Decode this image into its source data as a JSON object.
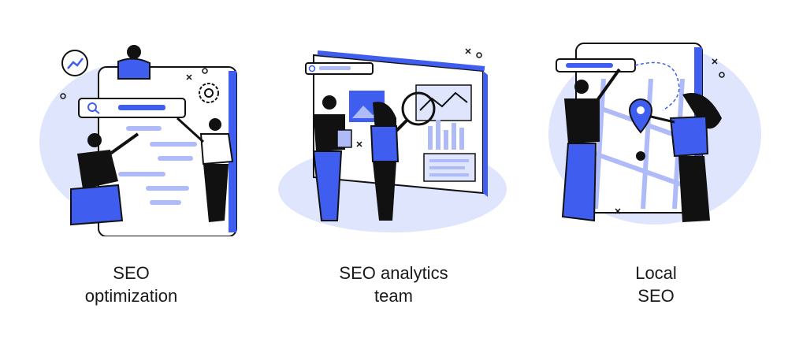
{
  "palette": {
    "accent": "#3f5ef0",
    "light_accent": "#aebbf8",
    "pale_accent": "#dfe5fd",
    "ink": "#111111",
    "paper": "#ffffff"
  },
  "panels": [
    {
      "id": "seo-optimization",
      "caption_lines": [
        "SEO",
        "optimization"
      ],
      "icons": [
        "trend-up-icon",
        "search-icon",
        "gear-icon"
      ]
    },
    {
      "id": "seo-analytics-team",
      "caption_lines": [
        "SEO analytics",
        "team"
      ],
      "icons": [
        "search-icon",
        "image-icon",
        "magnifier-icon",
        "line-chart-icon",
        "bar-chart-icon"
      ]
    },
    {
      "id": "local-seo",
      "caption_lines": [
        "Local",
        "SEO"
      ],
      "icons": [
        "search-icon",
        "map-pin-icon"
      ]
    }
  ]
}
